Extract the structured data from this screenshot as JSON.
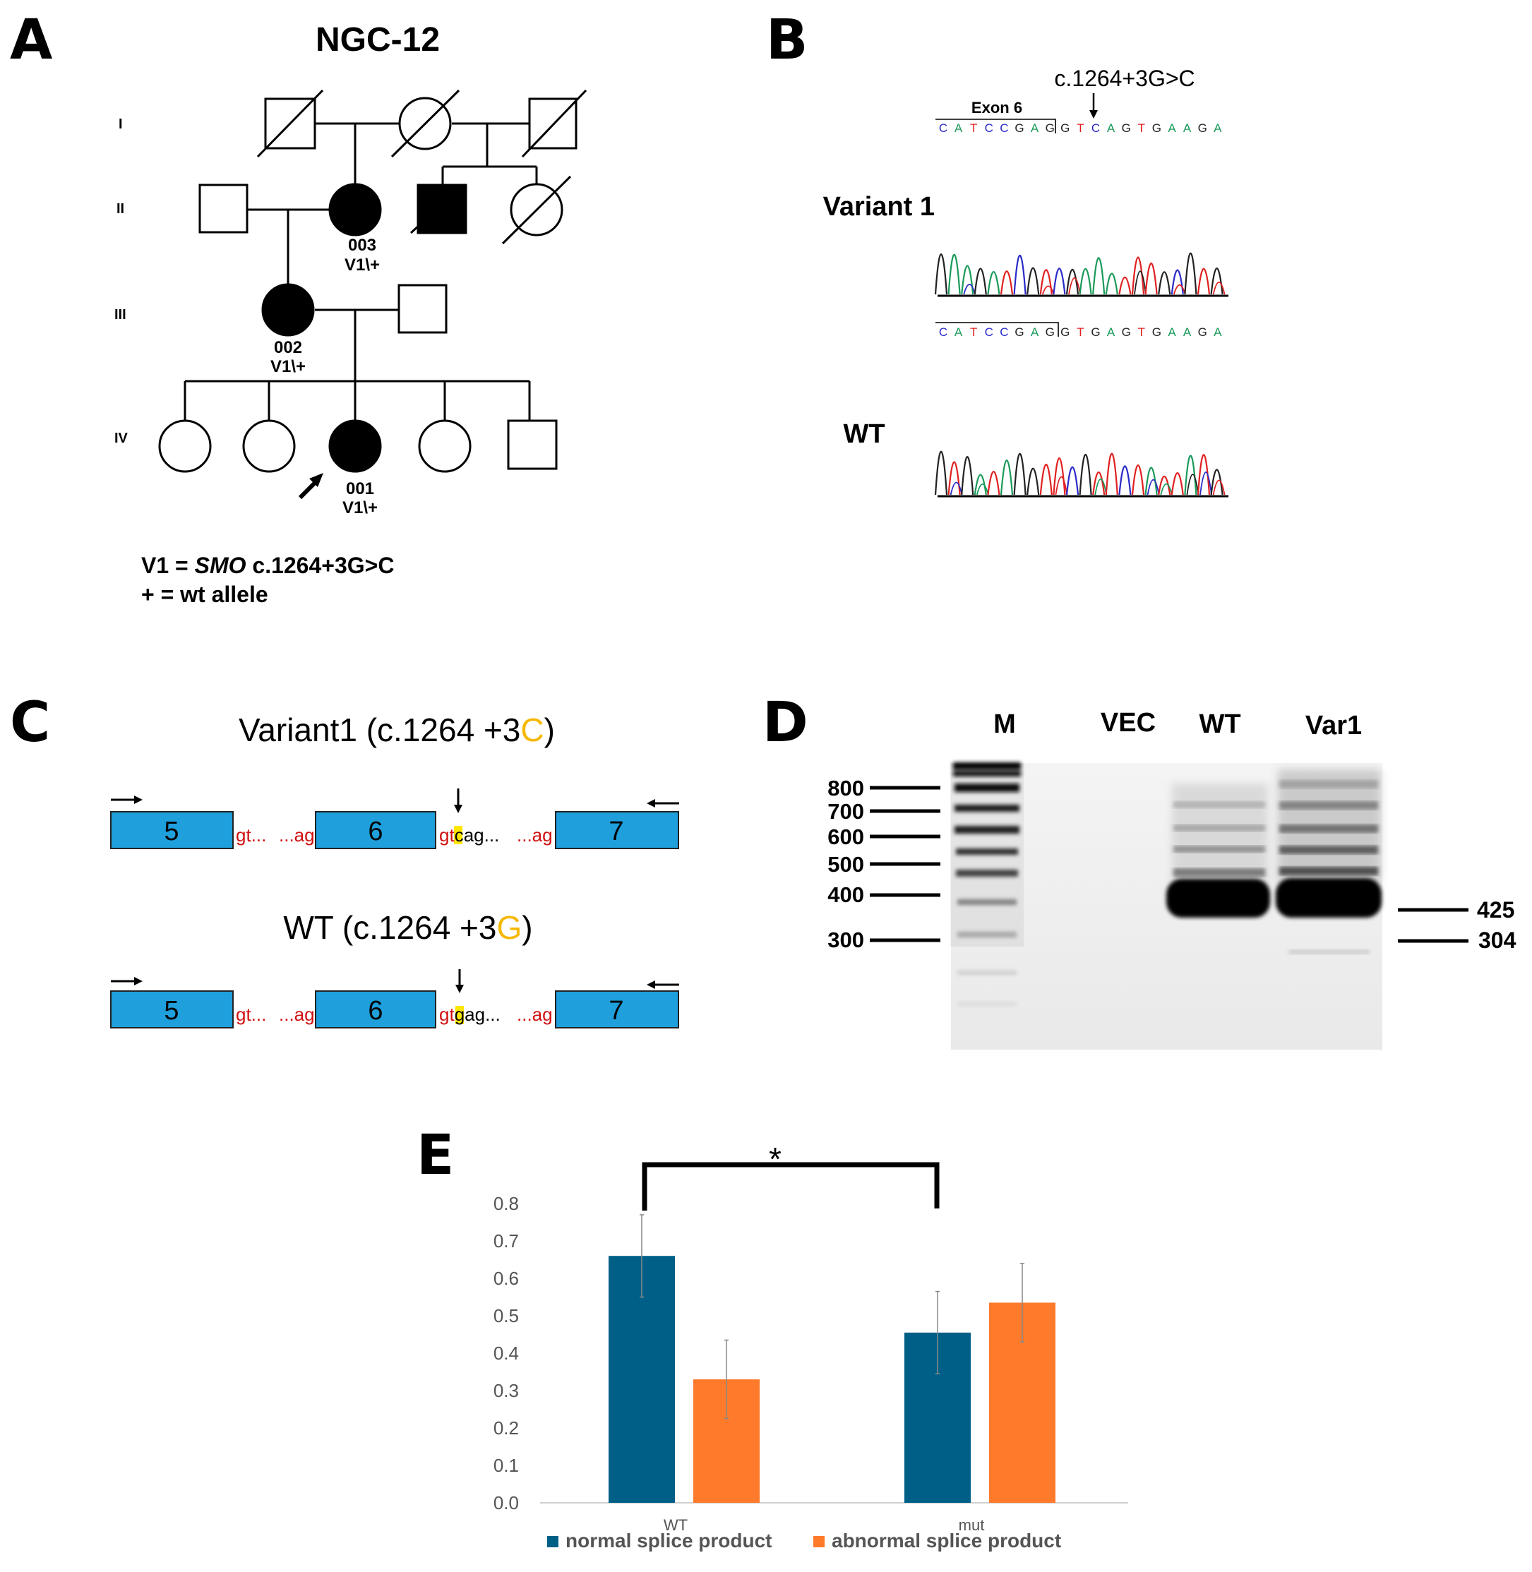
{
  "panelA": {
    "letter": "A",
    "title": "NGC-12",
    "generations": [
      "I",
      "II",
      "III",
      "IV"
    ],
    "individuals": {
      "ii2": {
        "id": "003",
        "genotype": "V1\\+"
      },
      "iii1": {
        "id": "002",
        "genotype": "V1\\+"
      },
      "iv3": {
        "id": "001",
        "genotype": "V1\\+"
      }
    },
    "legend": {
      "line1_prefix": "V1 = ",
      "line1_gene": "SMO",
      "line1_suffix": " c.1264+3G>C",
      "line2": "+ = wt allele"
    }
  },
  "panelB": {
    "letter": "B",
    "variant_label": "c.1264+3G>C",
    "exon_label": "Exon 6",
    "variant_seq": [
      "C",
      "A",
      "T",
      "C",
      "C",
      "G",
      "A",
      "G",
      "G",
      "T",
      "C",
      "A",
      "G",
      "T",
      "G",
      "A",
      "A",
      "G",
      "A"
    ],
    "wt_seq": [
      "C",
      "A",
      "T",
      "C",
      "C",
      "G",
      "A",
      "G",
      "G",
      "T",
      "G",
      "A",
      "G",
      "T",
      "G",
      "A",
      "A",
      "G",
      "A"
    ],
    "row1_label": "Variant 1",
    "row2_label": "WT",
    "base_colors": {
      "A": "#1a9a5a",
      "C": "#2a2ac8",
      "G": "#222222",
      "T": "#e02020"
    }
  },
  "panelC": {
    "letter": "C",
    "variant_title_prefix": "Variant1 (c.1264 +3",
    "variant_title_base": "C",
    "variant_title_suffix": ")",
    "wt_title_prefix": "WT (c.1264 +3",
    "wt_title_base": "G",
    "wt_title_suffix": ")",
    "exons": [
      "5",
      "6",
      "7"
    ],
    "intron_left_start": "gt...",
    "intron_left_end": "...ag",
    "intron_right_start": "gt",
    "variant_intron_base": "c",
    "wt_intron_base": "g",
    "intron_right_rest": "ag...",
    "intron_right_end": "...ag",
    "exon_color": "#1f9fdc",
    "highlight_color": "#ffe800",
    "accent_color": "#f5b800",
    "intron_color": "#d01010"
  },
  "panelD": {
    "letter": "D",
    "lanes": [
      "M",
      "VEC",
      "WT",
      "Var1"
    ],
    "ladder_bp": [
      "800",
      "700",
      "600",
      "500",
      "400",
      "300"
    ],
    "band_labels": [
      "425",
      "304"
    ]
  },
  "panelE": {
    "letter": "E",
    "significance": "*",
    "chart_data": {
      "type": "bar",
      "categories": [
        "WT",
        "mut"
      ],
      "series": [
        {
          "name": "normal splice product",
          "values": [
            0.66,
            0.455
          ],
          "errors": [
            0.11,
            0.11
          ],
          "color": "#005f87"
        },
        {
          "name": "abnormal splice product",
          "values": [
            0.33,
            0.535
          ],
          "errors": [
            0.105,
            0.105
          ],
          "color": "#ff7a2a"
        }
      ],
      "ylim": [
        0,
        0.8
      ],
      "yticks": [
        "0.0",
        "0.1",
        "0.2",
        "0.3",
        "0.4",
        "0.5",
        "0.6",
        "0.7",
        "0.8"
      ],
      "legend_position": "bottom",
      "grid": false
    }
  }
}
